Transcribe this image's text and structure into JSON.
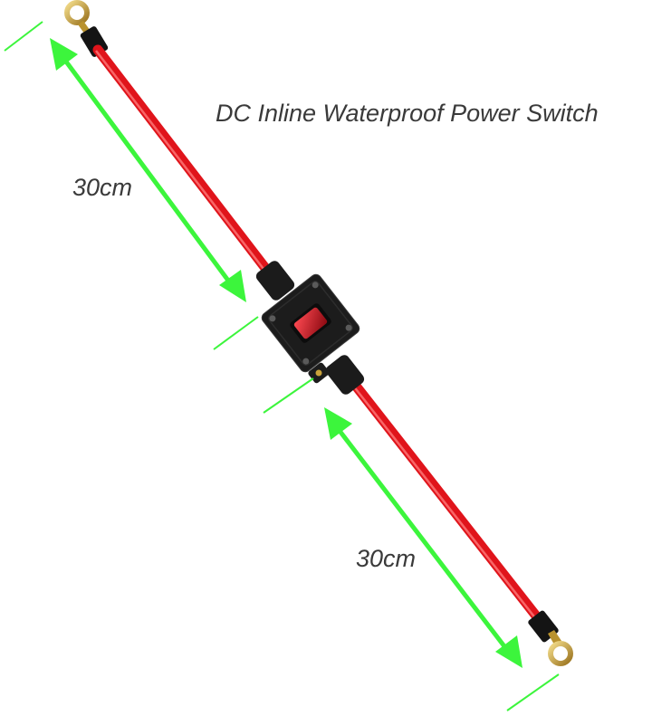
{
  "product": {
    "title": "DC Inline Waterproof Power Switch"
  },
  "dimensions": {
    "top_cable_length": "30cm",
    "bottom_cable_length": "30cm"
  },
  "colors": {
    "cable": "#e0141b",
    "cable_highlight": "#ff7a7a",
    "arrow": "#3cf53c",
    "housing": "#1c1c1c",
    "rocker": "#c4101c",
    "terminal": "#c9a23a",
    "text": "#3a3a3a"
  }
}
